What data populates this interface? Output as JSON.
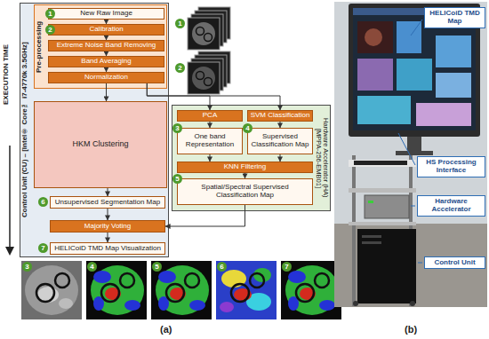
{
  "diagram": {
    "nodes": [
      {
        "text": [
          "Control Unit (CU) – [Intel® Core™ i7-4770k 3.5GHz]"
        ]
      },
      {
        "text": [
          "Pre-processing"
        ],
        "in": 0
      },
      {
        "text": [
          "New Raw Image"
        ],
        "in": 1
      },
      {
        "text": [
          "Calibration"
        ],
        "in": 1
      },
      {
        "text": [
          "Extreme Noise Band Removing"
        ],
        "in": 1
      },
      {
        "text": [
          "Band Averaging"
        ],
        "in": 1
      },
      {
        "text": [
          "Normalization"
        ],
        "in": 1
      },
      {
        "text": [
          "HKM Clustering"
        ],
        "in": 0
      },
      {
        "text": [
          "Hardware Accelerator (HA) [MPPA-256-EMB01]"
        ]
      },
      {
        "text": [
          "PCA"
        ],
        "in": 8
      },
      {
        "text": [
          "SVM Classification"
        ],
        "in": 8
      },
      {
        "text": [
          "One band Representation"
        ],
        "in": 8
      },
      {
        "text": [
          "Supervised Classification Map"
        ],
        "in": 8
      },
      {
        "text": [
          "KNN Filtering"
        ],
        "in": 8
      },
      {
        "text": [
          "Spatial/Spectral Supervised Classification Map"
        ],
        "in": 8
      },
      {
        "text": [
          "Unsupervised Segmentation Map"
        ],
        "in": 0
      },
      {
        "text": [
          "Majority Voting"
        ],
        "in": 0
      },
      {
        "text": [
          "HELICoiD TMD Map Visualization"
        ],
        "in": 0
      },
      {
        "text": [
          "HELICoiD TMD Map"
        ]
      },
      {
        "text": [
          "HS Processing Interface"
        ]
      },
      {
        "text": [
          "Hardware Accelerator"
        ]
      },
      {
        "text": [
          "Control Unit"
        ]
      }
    ],
    "edges": [
      {
        "from": 2,
        "to": 3,
        "arrow": "to"
      },
      {
        "from": 3,
        "to": 4,
        "arrow": "to"
      },
      {
        "from": 4,
        "to": 5,
        "arrow": "to"
      },
      {
        "from": 5,
        "to": 6,
        "arrow": "to"
      },
      {
        "from": 6,
        "to": 7,
        "arrow": "to"
      },
      {
        "from": 6,
        "to": 9,
        "arrow": "to"
      },
      {
        "from": 6,
        "to": 10,
        "arrow": "to"
      },
      {
        "from": 9,
        "to": 11,
        "arrow": "to"
      },
      {
        "from": 10,
        "to": 12,
        "arrow": "to"
      },
      {
        "from": 11,
        "to": 13,
        "arrow": "to"
      },
      {
        "from": 12,
        "to": 13,
        "arrow": "to"
      },
      {
        "from": 13,
        "to": 14,
        "arrow": "to"
      },
      {
        "from": 14,
        "to": 16,
        "arrow": "to"
      },
      {
        "from": 7,
        "to": 15,
        "arrow": "to"
      },
      {
        "from": 15,
        "to": 16,
        "arrow": "to"
      },
      {
        "from": 16,
        "to": 17,
        "arrow": "to"
      }
    ],
    "labels": [
      "EXECUTION TIME",
      "1",
      "2",
      "1",
      "2",
      "3",
      "4",
      "5",
      "6",
      "7",
      "3",
      "4",
      "5",
      "6",
      "7",
      "(a)",
      "(b)"
    ]
  }
}
